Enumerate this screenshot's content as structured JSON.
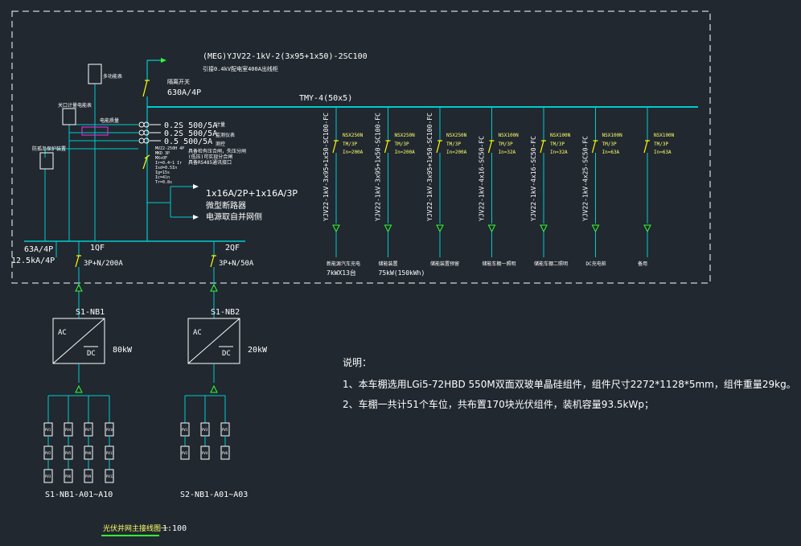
{
  "colors": {
    "background": "#212830",
    "wire": "#00cccc",
    "text": "#ffffff",
    "breaker": "#ffff00",
    "arrow": "#33ff33",
    "box": "#ffffff",
    "highlight": "#cc33cc",
    "title_underline": "#33ff33"
  },
  "incoming": {
    "cable": "(MEG)YJV22-1kV-2(3x95+1x50)-2SC100",
    "note": "引接0.4kV配电室400A出线柜",
    "switch_name": "隔离开关",
    "switch_rating": "630A/4P"
  },
  "busbar": {
    "label": "TMY-4(50x5)"
  },
  "ct": {
    "r1": "0.2S 500/5A",
    "r2": "0.2S 500/5A",
    "r3": "0.5  500/5A",
    "note1": "计量",
    "note2": "监测仪表",
    "note3": "测控"
  },
  "left_boxes": {
    "b1": "电能质量",
    "b2": "关口计量电能表",
    "b3": "防孤岛保护装置",
    "meter": "多功能表"
  },
  "protection_lines": [
    "MVZ2-250H 4P",
    "MKD 3P",
    "MX+OF",
    "Ir=0.4~1 Ir",
    "Isd=0.5In",
    "Ig=15s",
    "Ic=4ln",
    "Tr=0.8s"
  ],
  "protection_notes": [
    "具备检有压合闸，失压分闸",
    "(低压)可实现分合闸",
    "具备RS485通讯接口"
  ],
  "mcb": {
    "rating": "1x16A/2P+1x16A/3P",
    "name": "微型断路器",
    "note": "电源取自并网侧"
  },
  "main_breakers": {
    "qf1_name": "1QF",
    "qf1_rating": "3P+N/200A",
    "qf2_name": "2QF",
    "qf2_rating": "3P+N/50A",
    "left_rating1": "63A/4P",
    "left_rating2": "12.5kA/4P"
  },
  "feeders": [
    {
      "breaker": "NSX250N",
      "poles": "TM/3P",
      "ir": "In=200A",
      "cable": "YJV22-1kV-3x95+1x50-SC100-FC",
      "load": "新能源汽车充电",
      "load2": "7kWX13台"
    },
    {
      "breaker": "NSX250N",
      "poles": "TM/3P",
      "ir": "In=200A",
      "cable": "YJV22-1kV-3x95+1x50-SC100-FC",
      "load": "储能装置",
      "load2": "75kW(150kWh)"
    },
    {
      "breaker": "NSX250N",
      "poles": "TM/3P",
      "ir": "In=200A",
      "cable": "YJV22-1kV-3x95+1x50-SC100-FC",
      "load": "储能装置预留",
      "load2": ""
    },
    {
      "breaker": "NSX100N",
      "poles": "TM/3P",
      "ir": "In=32A",
      "cable": "YJV22-1kV-4x16-SC50-FC",
      "load": "储能车棚一照明",
      "load2": ""
    },
    {
      "breaker": "NSX100N",
      "poles": "TM/3P",
      "ir": "In=32A",
      "cable": "YJV22-1kV-4x16-SC50-FC",
      "load": "储能车棚二照明",
      "load2": ""
    },
    {
      "breaker": "NSX100N",
      "poles": "TM/3P",
      "ir": "In=63A",
      "cable": "YJV22-1kV-4x25-SC50-FC",
      "load": "DC充电桩",
      "load2": ""
    },
    {
      "breaker": "NSX100N",
      "poles": "TM/3P",
      "ir": "In=63A",
      "cable": "",
      "load": "备用",
      "load2": ""
    }
  ],
  "inverters": [
    {
      "name": "S1-NB1",
      "ac": "AC",
      "dc": "DC",
      "power": "80kW",
      "strings_label": "S1-NB1-A01~A10",
      "modules": [
        "PV1",
        "PV2",
        "PV3",
        "PV4",
        "PV5",
        "PV6",
        "PV7",
        "PV8",
        "PV9",
        "PV10",
        "PV11",
        "PV12"
      ]
    },
    {
      "name": "S1-NB2",
      "ac": "AC",
      "dc": "DC",
      "power": "20kW",
      "strings_label": "S2-NB1-A01~A03",
      "modules": [
        "PV1",
        "PV2",
        "PV3",
        "PV4",
        "PV5",
        "PV6"
      ]
    }
  ],
  "notes": {
    "title": "说明：",
    "line1": "1、本车棚选用LGi5-72HBD 550M双面双玻单晶硅组件，组件尺寸2272*1128*5mm，组件重量29kg。",
    "line2": "2、车棚一共计51个车位，共布置170块光伏组件，装机容量93.5kWp；"
  },
  "drawing_title": {
    "name": "光伏并网主接线图一",
    "scale": "1:100"
  }
}
